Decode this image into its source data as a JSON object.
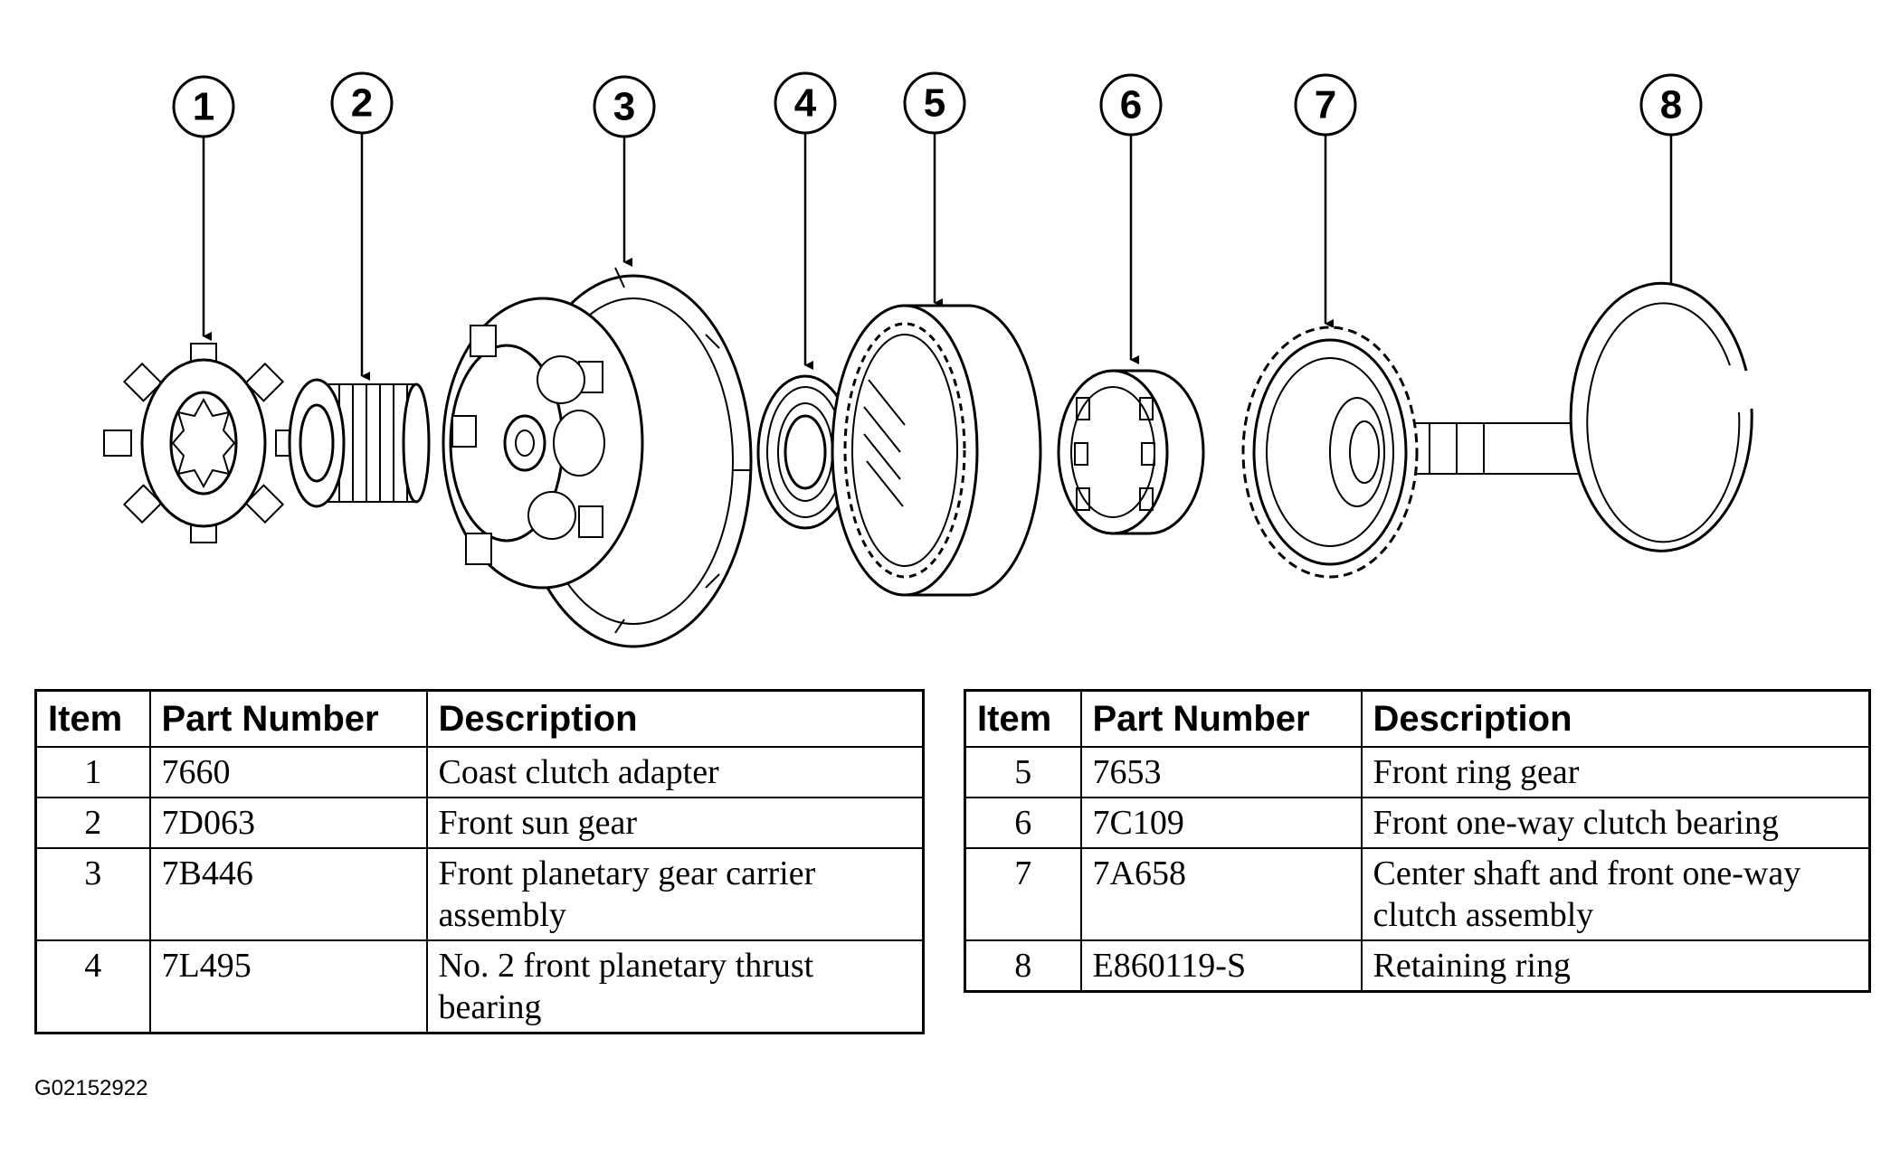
{
  "callouts": [
    "1",
    "2",
    "3",
    "4",
    "5",
    "6",
    "7",
    "8"
  ],
  "table_left": {
    "headers": {
      "item": "Item",
      "part_number": "Part Number",
      "description": "Description"
    },
    "rows": [
      {
        "item": "1",
        "part_number": "7660",
        "description": "Coast clutch adapter"
      },
      {
        "item": "2",
        "part_number": "7D063",
        "description": "Front sun gear"
      },
      {
        "item": "3",
        "part_number": "7B446",
        "description": "Front planetary gear carrier assembly"
      },
      {
        "item": "4",
        "part_number": "7L495",
        "description": "No. 2 front planetary thrust bearing"
      }
    ]
  },
  "table_right": {
    "headers": {
      "item": "Item",
      "part_number": "Part Number",
      "description": "Description"
    },
    "rows": [
      {
        "item": "5",
        "part_number": "7653",
        "description": "Front ring gear"
      },
      {
        "item": "6",
        "part_number": "7C109",
        "description": "Front one-way clutch bearing"
      },
      {
        "item": "7",
        "part_number": "7A658",
        "description": "Center shaft and front one-way clutch assembly"
      },
      {
        "item": "8",
        "part_number": "E860119-S",
        "description": "Retaining ring"
      }
    ]
  },
  "figure_code": "G02152922"
}
